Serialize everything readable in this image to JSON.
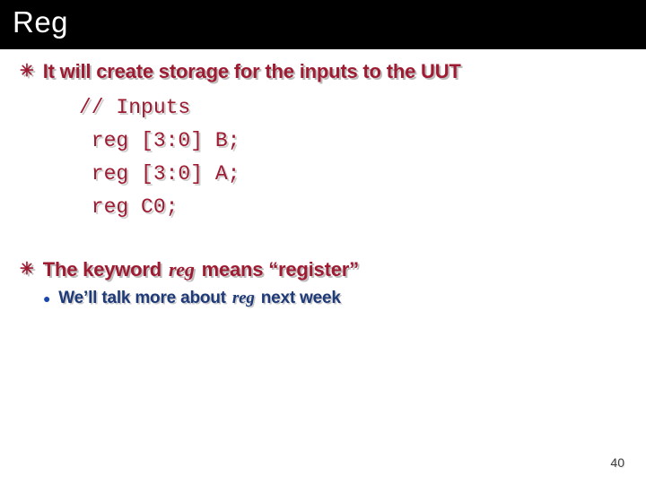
{
  "slide": {
    "title": "Reg",
    "page_number": "40"
  },
  "colors": {
    "title_bar_bg": "#000000",
    "title_text": "#ffffff",
    "body_bg": "#ffffff",
    "accent_red": "#9e1b32",
    "navy_text": "#1e3a78",
    "bullet_dot_blue": "#1a47ad",
    "shadow_gray": "#bdbdbd"
  },
  "bullet1": {
    "marker": "✳",
    "text": "It will create storage for the inputs to the UUT"
  },
  "code_block": {
    "lines": [
      "// Inputs",
      " reg [3:0] B;",
      " reg [3:0] A;",
      " reg C0;"
    ]
  },
  "bullet2": {
    "marker": "✳",
    "text_before": "The keyword ",
    "keyword": "reg",
    "text_after": " means “register”"
  },
  "sub_bullet": {
    "marker": "●",
    "text_before": "We’ll talk more about ",
    "keyword": "reg",
    "text_after": " next week"
  }
}
